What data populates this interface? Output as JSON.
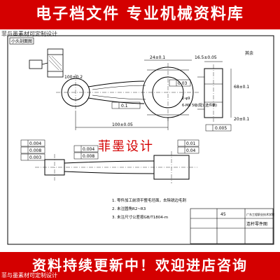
{
  "banner_top": "电子档文件  专业机械资料库",
  "watermark_top": "菲与墨素材可定制设计",
  "banner_bottom": "资料持续更新中！欢迎进店咨询",
  "watermark_bottom": "菲与墨素材可定制设计",
  "stamp": "菲墨设计",
  "drawing": {
    "view_label": "小头剖面图",
    "roughness_note": "其余",
    "dims": {
      "d1": "100±0.2",
      "d2": "24±0.1",
      "d3": "16.5±0.05",
      "d4": "68±0.1",
      "d5": "100±0.05",
      "d6": "20±0.1",
      "d7": "6-M8 5级(配)(选件精)",
      "d8": "2-φ9",
      "tol1": "0.004",
      "tol2": "0.008",
      "tol3": "0.003",
      "tol4": "0.04",
      "tol5": "0.005",
      "tol6": "0.1",
      "tol7": "0.03",
      "tol8": "0.008",
      "tol9": "0.004",
      "tol10": "0.01"
    },
    "notes": [
      "1. 零件加工前须平整毛坯面，去除锐边毛刺",
      "2. 未注圆角R2~R3",
      "3. 未注尺寸公差按GB/T1804-m"
    ],
    "title_block": {
      "label1": "45",
      "label2": "连杆零件图",
      "label3": "广东工程职业技术学院"
    }
  }
}
